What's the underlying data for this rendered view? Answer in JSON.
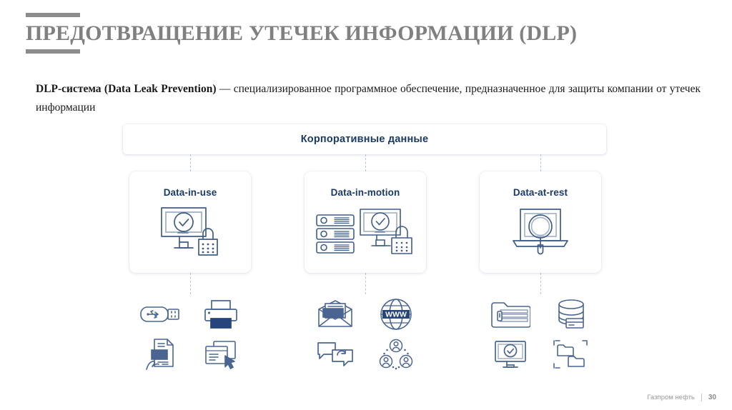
{
  "slide": {
    "title": "ПРЕДОТВРАЩЕНИЕ УТЕЧЕК ИНФОРМАЦИИ (DLP)",
    "title_color": "#808080",
    "rule_color": "#8c8c8c",
    "body": {
      "lead": "DLP-система (Data Leak Prevention)",
      "dash": " — ",
      "rest": "специализированное программное обеспечение, предназначенное для защиты компании от утечек информации"
    }
  },
  "diagram": {
    "accent_color": "#1b3a66",
    "line_color": "#b9c4d4",
    "top_box": {
      "label": "Корпоративные данные"
    },
    "cards": [
      {
        "label": "Data-in-use",
        "icon": "monitor-check-lock-icon"
      },
      {
        "label": "Data-in-motion",
        "icon": "servers-monitor-lock-icon"
      },
      {
        "label": "Data-at-rest",
        "icon": "laptop-magnifier-icon"
      }
    ],
    "icon_groups": [
      {
        "for": "Data-in-use",
        "icons": [
          "usb-flash-drive-icon",
          "printer-icon",
          "hand-document-icon",
          "windows-cursor-icon"
        ]
      },
      {
        "for": "Data-in-motion",
        "icons": [
          "email-envelope-icon",
          "www-globe-icon",
          "chat-bubbles-icon",
          "social-network-icon"
        ]
      },
      {
        "for": "Data-at-rest",
        "icons": [
          "zip-folder-icon",
          "database-icon",
          "monitor-check-icon",
          "folder-transfer-icon"
        ]
      }
    ]
  },
  "footer": {
    "brand": "Газпром нефть",
    "page_number": "30"
  }
}
